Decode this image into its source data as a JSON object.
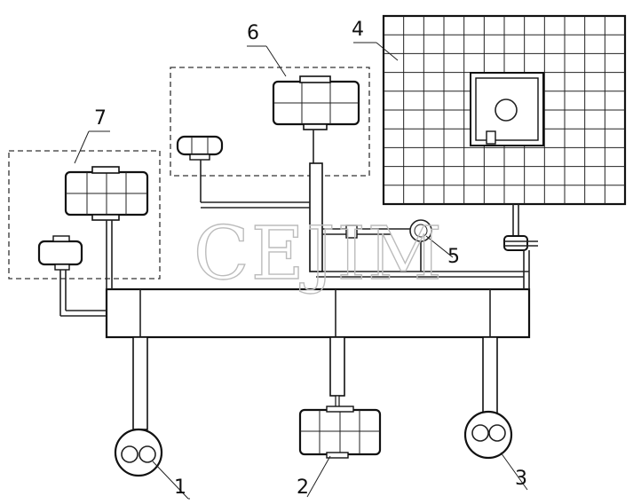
{
  "diagram": {
    "labels": [
      "1",
      "2",
      "3",
      "4",
      "5",
      "6",
      "7"
    ],
    "watermark": "CEJIM"
  }
}
